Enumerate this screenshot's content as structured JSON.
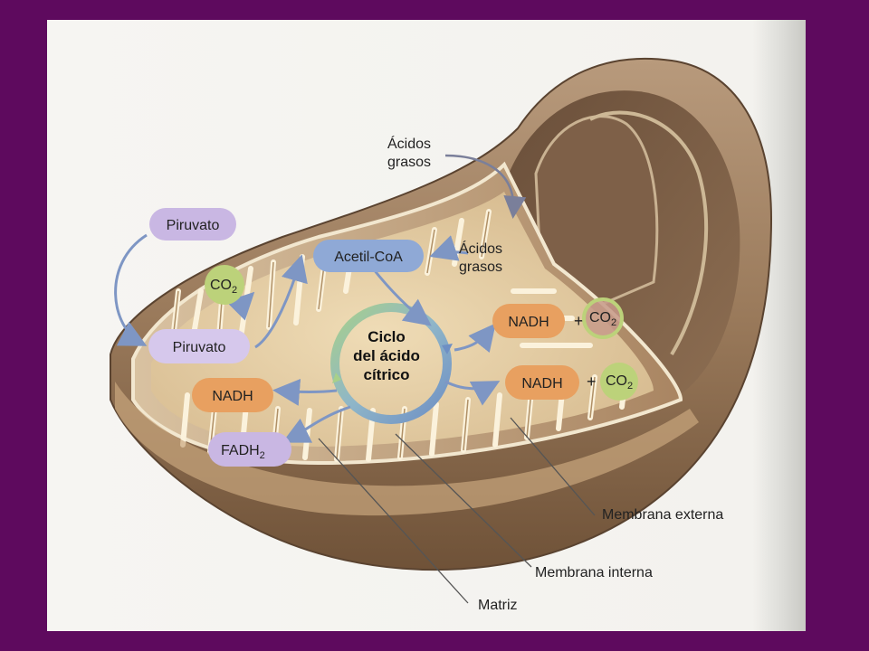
{
  "diagram": {
    "fatty_acids_outer": [
      "Ácidos",
      "grasos"
    ],
    "fatty_acids_inner": [
      "Ácidos",
      "grasos"
    ],
    "pyruvate_outer": "Piruvato",
    "pyruvate_inner": "Piruvato",
    "co2_left": "CO",
    "co2_left_sub": "2",
    "acetyl_coa": "Acetil-CoA",
    "cycle_label": [
      "Ciclo",
      "del ácido",
      "cítrico"
    ],
    "nadh_right_top": "NADH",
    "co2_right_top": "CO",
    "co2_right_top_sub": "2",
    "plus_top": "+",
    "nadh_right_bottom": "NADH",
    "plus_bottom": "+",
    "co2_right_bottom": "CO",
    "co2_right_bottom_sub": "2",
    "nadh_left": "NADH",
    "fadh2_main": "FADH",
    "fadh2_sub": "2",
    "label_outer_membrane": "Membrana externa",
    "label_inner_membrane": "Membrana interna",
    "label_matrix": "Matriz"
  },
  "colors": {
    "background": "#5e0a5e",
    "pill_purple": "#c9b7e3",
    "pill_blue": "#8fa9d6",
    "pill_orange": "#e8a060",
    "pill_green": "#bcd27a",
    "arrow_blue": "#7e96c4",
    "cycle_green": "#9ec87e"
  }
}
